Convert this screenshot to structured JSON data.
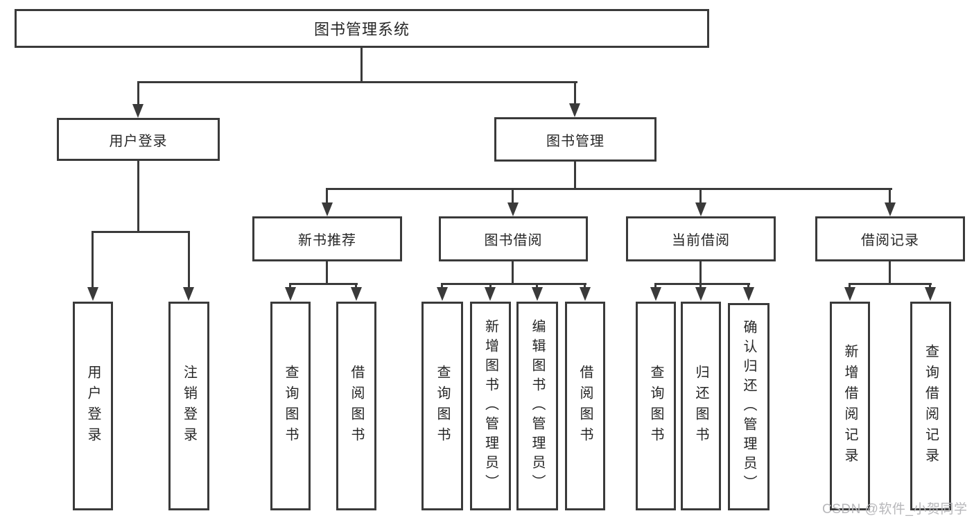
{
  "diagram": {
    "root": {
      "label": "图书管理系统"
    },
    "branches": [
      {
        "label": "用户登录",
        "children": [
          {
            "label": "用户登录"
          },
          {
            "label": "注销登录"
          }
        ]
      },
      {
        "label": "图书管理",
        "groups": [
          {
            "label": "新书推荐",
            "children": [
              {
                "label": "查询图书"
              },
              {
                "label": "借阅图书"
              }
            ]
          },
          {
            "label": "图书借阅",
            "children": [
              {
                "label": "查询图书"
              },
              {
                "label": "新增图书（管理员）"
              },
              {
                "label": "编辑图书（管理员）"
              },
              {
                "label": "借阅图书"
              }
            ]
          },
          {
            "label": "当前借阅",
            "children": [
              {
                "label": "查询图书"
              },
              {
                "label": "归还图书"
              },
              {
                "label": "确认归还（管理员）"
              }
            ]
          },
          {
            "label": "借阅记录",
            "children": [
              {
                "label": "新增借阅记录"
              },
              {
                "label": "查询借阅记录"
              }
            ]
          }
        ]
      }
    ]
  },
  "colors": {
    "line": "#3a3a3a",
    "background": "#ffffff",
    "watermark": "#b7b7ba"
  },
  "watermark": {
    "text": "CSDN @软件_小贺同学"
  }
}
